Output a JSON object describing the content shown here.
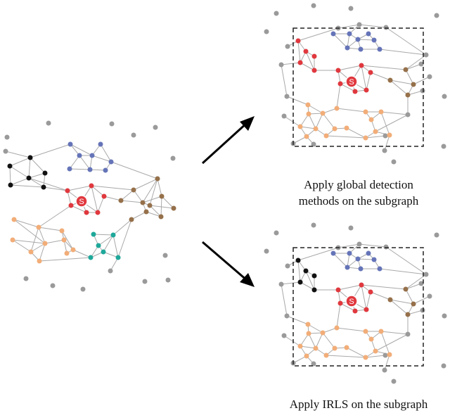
{
  "captions": {
    "top_line1": "Apply global detection",
    "top_line2": "methods on the subgraph",
    "bottom": "Apply IRLS on the subgraph"
  },
  "seed_label": "S",
  "colors": {
    "gray": "#9a9a9a",
    "edge": "#a9a9a9",
    "black": "#111111",
    "blue": "#6574b8",
    "red": "#e0383e",
    "brown": "#95704a",
    "orange": "#f2ad78",
    "teal": "#1ea89a",
    "arrow": "#000000",
    "box": "#222222"
  }
}
